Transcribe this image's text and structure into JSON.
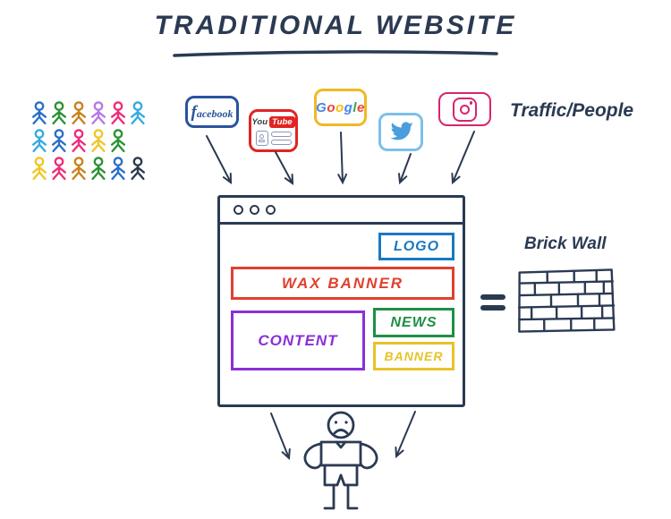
{
  "title": "TRADITIONAL WEBSITE",
  "traffic_label": "Traffic/People",
  "social": {
    "facebook_label": "facebook",
    "youtube_you": "You",
    "youtube_tube": "Tube",
    "google_letters": [
      {
        "ch": "G",
        "color": "#4285f4"
      },
      {
        "ch": "o",
        "color": "#ea4335"
      },
      {
        "ch": "o",
        "color": "#fbbc05"
      },
      {
        "ch": "g",
        "color": "#4285f4"
      },
      {
        "ch": "l",
        "color": "#34a853"
      },
      {
        "ch": "e",
        "color": "#ea4335"
      }
    ]
  },
  "browser": {
    "logo_label": "LOGO",
    "wax_banner_label": "WAX BANNER",
    "content_label": "CONTENT",
    "news_label": "NEWS",
    "banner_label": "BANNER"
  },
  "brick_wall_label": "Brick Wall",
  "colors": {
    "ink": "#2b3a52",
    "logo_blue": "#1a78c2",
    "wax_banner_red": "#e0402e",
    "content_purple": "#8b2fd6",
    "news_green": "#1e8f45",
    "banner_yellow": "#e6c32a",
    "facebook_blue": "#2a53a0",
    "youtube_red": "#e02424",
    "google_border_yellow": "#f2b824",
    "twitter_border_blue": "#7cc0ea",
    "twitter_bird_blue": "#4a9ede",
    "instagram_pink": "#d6256e"
  },
  "people_colors": {
    "row1": [
      "#2a6fc9",
      "#2a9235",
      "#c8821e",
      "#b678e8",
      "#ee2d7a",
      "#35aade"
    ],
    "row2": [
      "#35aade",
      "#2a6fc9",
      "#ee2d7a",
      "#f0c627",
      "#2a9235"
    ],
    "row3": [
      "#f0c627",
      "#ee2d7a",
      "#c8821e",
      "#2a9235",
      "#2a6fc9",
      "#2d3a4e"
    ]
  }
}
